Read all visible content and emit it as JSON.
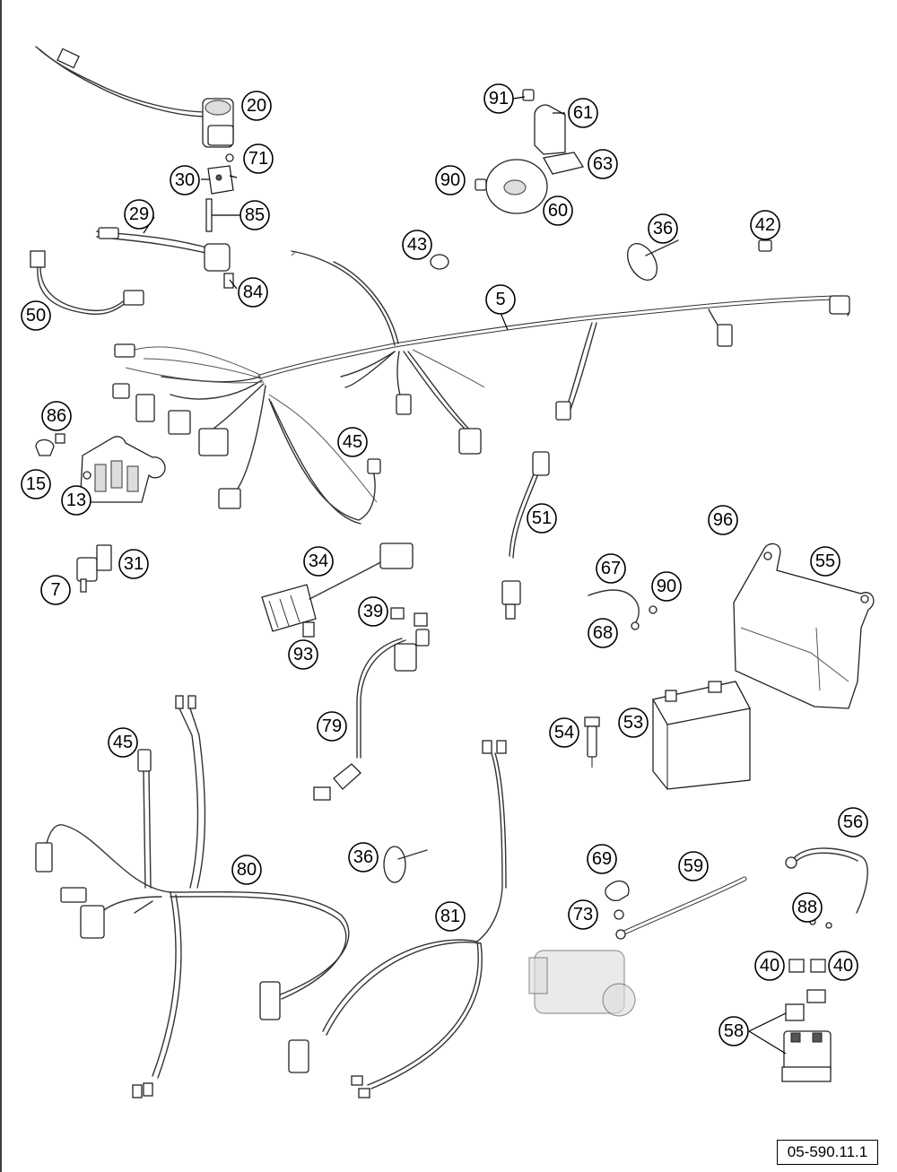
{
  "diagram": {
    "reference_code": "05-590.11.1",
    "callouts": [
      "20",
      "71",
      "30",
      "85",
      "29",
      "84",
      "50",
      "91",
      "61",
      "63",
      "90",
      "60",
      "36",
      "42",
      "43",
      "5",
      "86",
      "15",
      "13",
      "45",
      "51",
      "96",
      "55",
      "7",
      "31",
      "34",
      "39",
      "67",
      "90",
      "68",
      "93",
      "79",
      "54",
      "53",
      "45",
      "56",
      "80",
      "36",
      "69",
      "59",
      "81",
      "73",
      "88",
      "40",
      "40",
      "58"
    ]
  }
}
